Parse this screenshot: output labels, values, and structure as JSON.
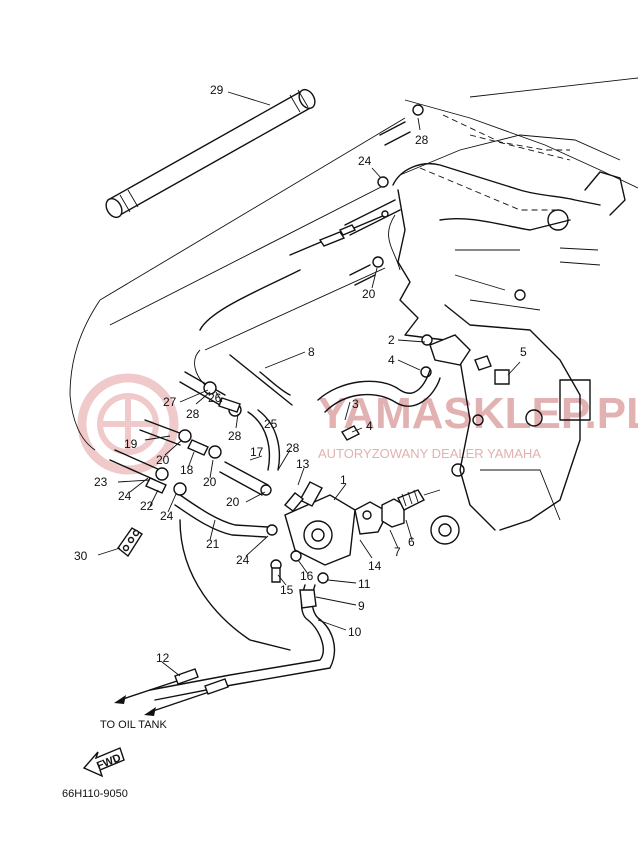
{
  "diagram_code": "66H110-9050",
  "direction_note": "TO OIL TANK",
  "fwd_label": "FWD",
  "watermark": {
    "brand": "YAMASKLEP.PL",
    "tagline": "AUTORYZOWANY DEALER YAMAHA"
  },
  "callouts": [
    "29",
    "28",
    "24",
    "20",
    "2",
    "4",
    "5",
    "8",
    "3",
    "4",
    "27",
    "28",
    "26",
    "28",
    "19",
    "20",
    "25",
    "17",
    "28",
    "13",
    "1",
    "18",
    "20",
    "23",
    "24",
    "22",
    "24",
    "20",
    "14",
    "7",
    "6",
    "21",
    "24",
    "30",
    "15",
    "16",
    "11",
    "9",
    "10",
    "12"
  ],
  "colors": {
    "line": "#111111",
    "watermark": "#e2b1b1"
  }
}
